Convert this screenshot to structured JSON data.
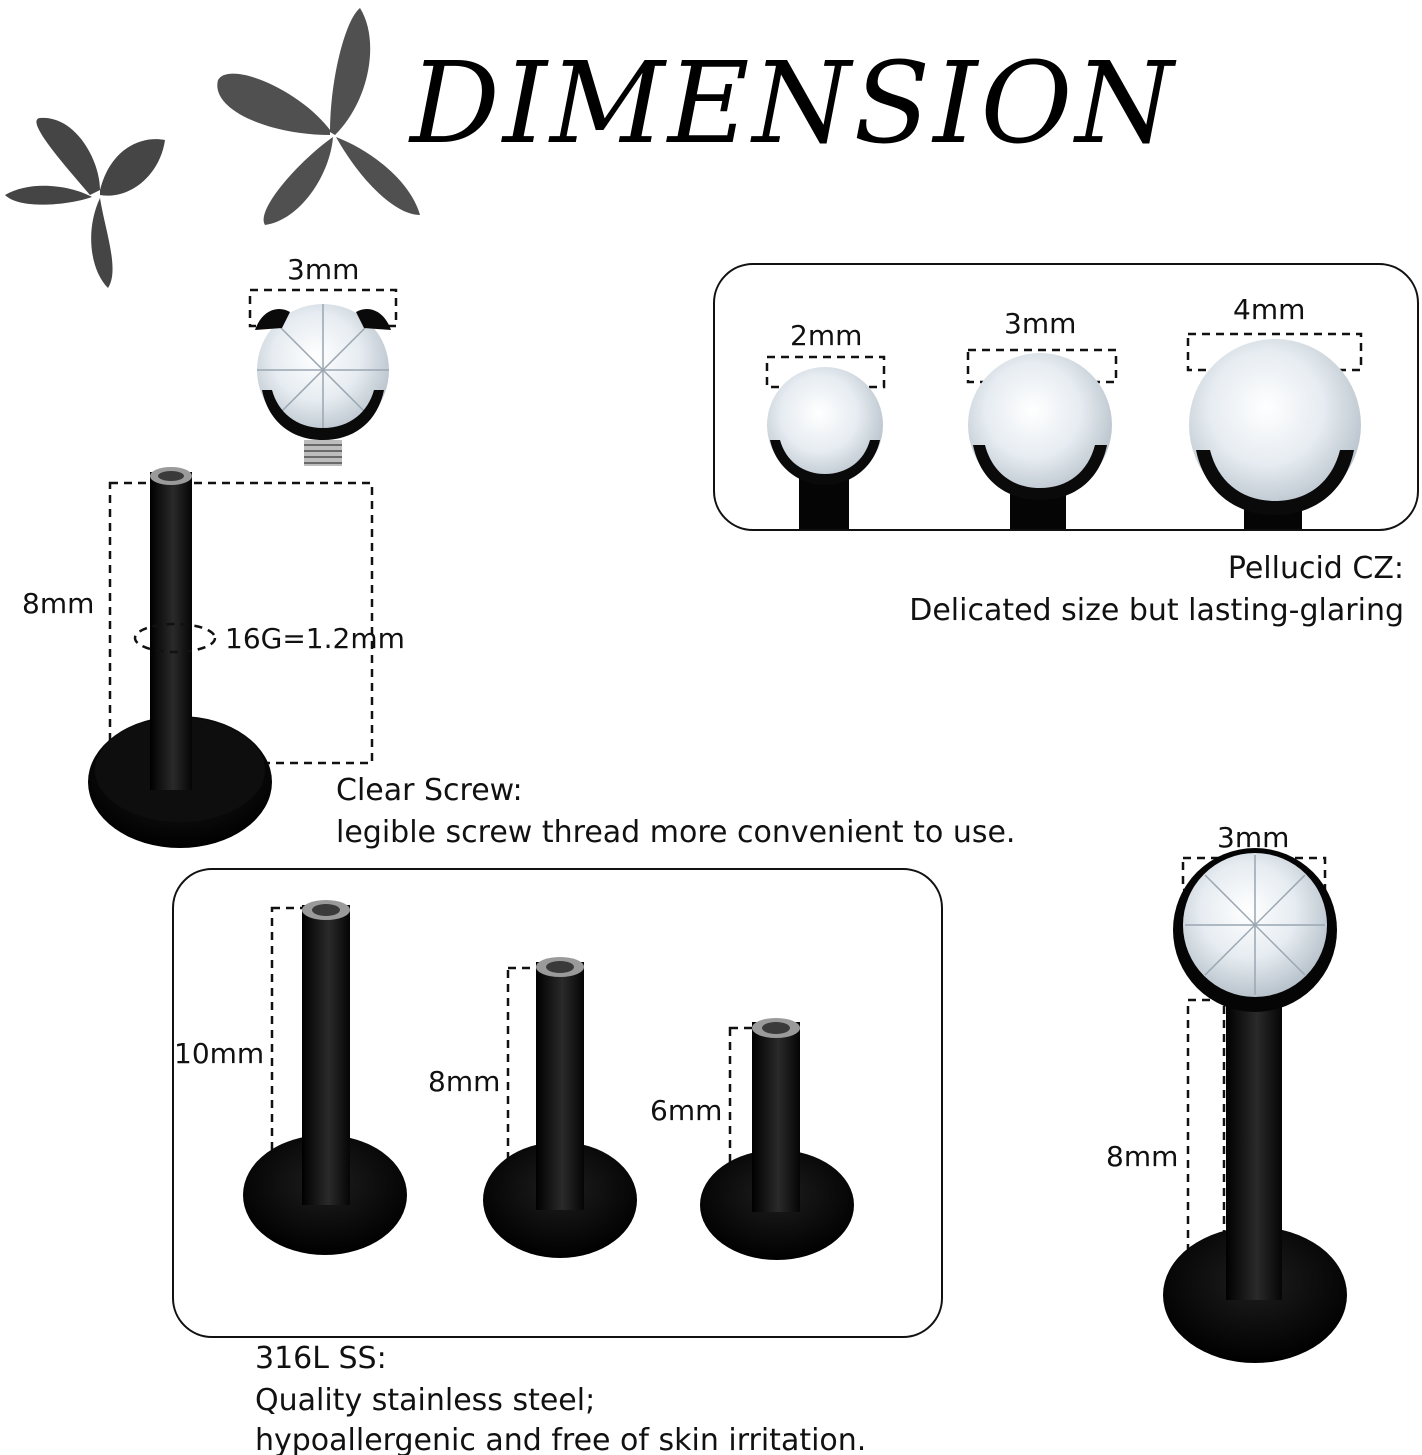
{
  "title": "DIMENSION",
  "top_left_gem": {
    "size": "3mm"
  },
  "main_post": {
    "length": "8mm",
    "gauge": "16G=1.2mm"
  },
  "gem_options": {
    "sizes": [
      "2mm",
      "3mm",
      "4mm"
    ],
    "caption_title": "Pellucid CZ:",
    "caption_text": "Delicated size but lasting-glaring"
  },
  "screw": {
    "caption_title": "Clear Screw:",
    "caption_text": "legible screw thread more convenient to use."
  },
  "post_lengths": {
    "sizes": [
      "10mm",
      "8mm",
      "6mm"
    ]
  },
  "material": {
    "caption_title": "316L SS:",
    "caption_line1": "Quality stainless steel;",
    "caption_line2": "hypoallergenic and free of skin irritation."
  },
  "bezel_stud": {
    "top_size": "3mm",
    "length": "8mm"
  },
  "colors": {
    "metal": "#0c0c0c",
    "text": "#111111",
    "gem": "#e8eef3",
    "butterfly": "#4a4a4a"
  }
}
